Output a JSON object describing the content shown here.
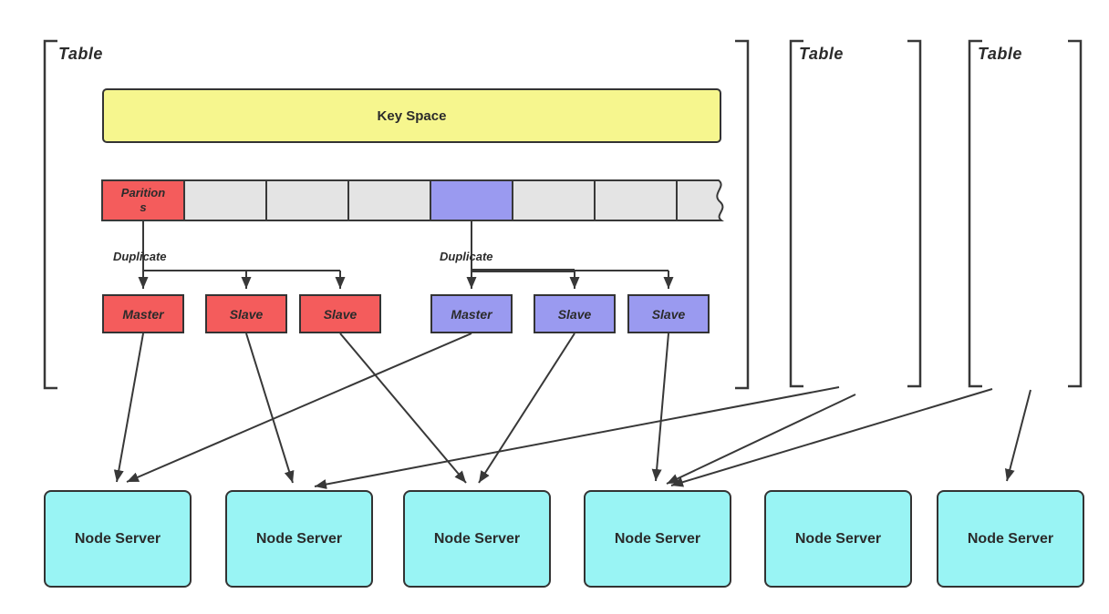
{
  "tables": [
    {
      "label": "Table"
    },
    {
      "label": "Table"
    },
    {
      "label": "Table"
    }
  ],
  "key_space": {
    "label": "Key Space"
  },
  "partition_row": {
    "partition_label": "Parition\ns",
    "segment_count": 8,
    "red_segment_index": 0,
    "purple_segment_index": 4,
    "torn_right_edge": true
  },
  "duplicate_labels": [
    "Duplicate",
    "Duplicate"
  ],
  "replicas": {
    "red": [
      {
        "label": "Master"
      },
      {
        "label": "Slave"
      },
      {
        "label": "Slave"
      }
    ],
    "purple": [
      {
        "label": "Master"
      },
      {
        "label": "Slave"
      },
      {
        "label": "Slave"
      }
    ]
  },
  "node_servers": [
    {
      "label": "Node Server"
    },
    {
      "label": "Node Server"
    },
    {
      "label": "Node Server"
    },
    {
      "label": "Node Server"
    },
    {
      "label": "Node Server"
    },
    {
      "label": "Node Server"
    }
  ],
  "edges": [
    {
      "from": "red-partition",
      "to": "red-replicas",
      "label": "Duplicate"
    },
    {
      "from": "purple-partition",
      "to": "purple-replicas",
      "label": "Duplicate"
    },
    {
      "from": "red-master",
      "to": "node-server-1"
    },
    {
      "from": "purple-master",
      "to": "node-server-1"
    },
    {
      "from": "red-slave-1",
      "to": "node-server-2"
    },
    {
      "from": "table-2",
      "to": "node-server-2"
    },
    {
      "from": "red-slave-2",
      "to": "node-server-3"
    },
    {
      "from": "purple-slave-1",
      "to": "node-server-3"
    },
    {
      "from": "purple-slave-2",
      "to": "node-server-4"
    },
    {
      "from": "table-2",
      "to": "node-server-4"
    },
    {
      "from": "table-3",
      "to": "node-server-4"
    },
    {
      "from": "table-3",
      "to": "node-server-6"
    }
  ],
  "colors": {
    "red": "#F45C5C",
    "purple": "#9A9AF0",
    "yellow": "#F6F68E",
    "cyan": "#99F4F4",
    "grey": "#E4E4E4",
    "line": "#383838"
  }
}
